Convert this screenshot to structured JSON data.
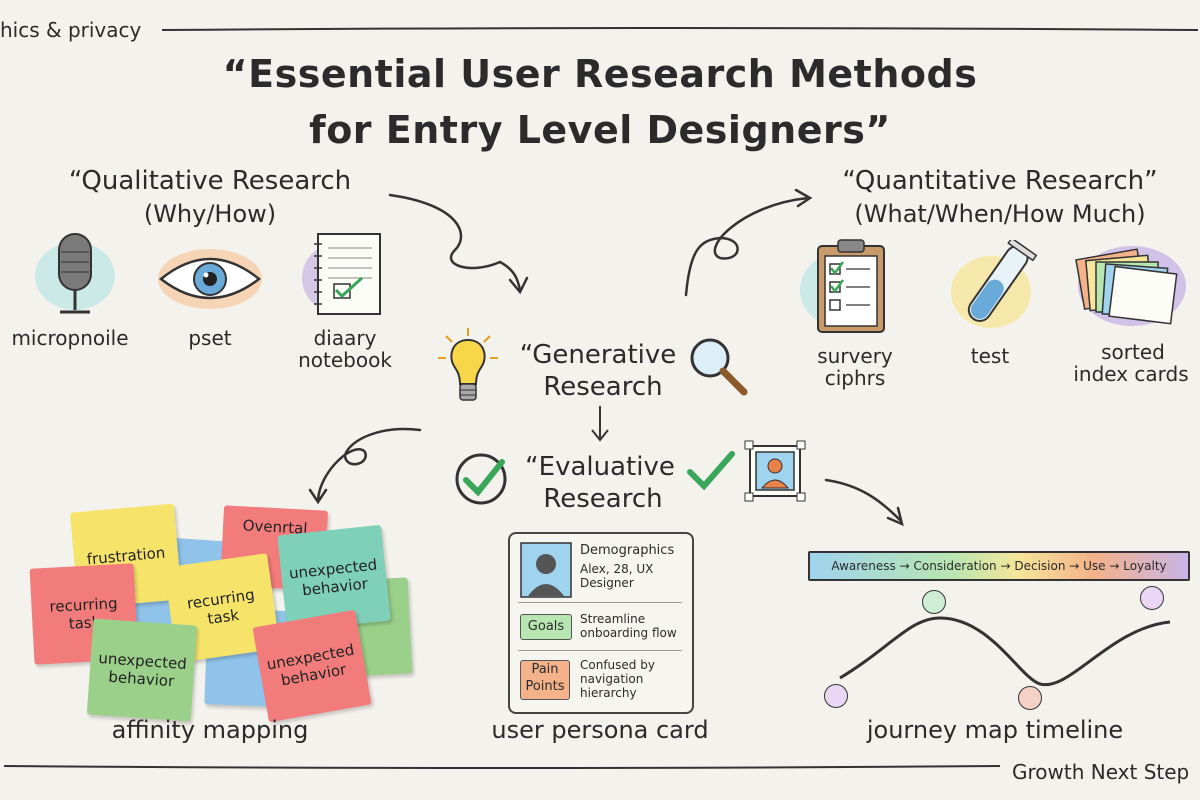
{
  "header": {
    "corner_text": "hics & privacy",
    "title_line1": "“Essential User Research Methods",
    "title_line2": "for Entry Level Designers”"
  },
  "qualitative": {
    "title": "“Qualitative Research",
    "subtitle": "(Why/How)",
    "items": [
      {
        "icon": "microphone-icon",
        "label": "micropnoile"
      },
      {
        "icon": "eye-icon",
        "label": "pset"
      },
      {
        "icon": "notebook-icon",
        "label_line1": "diaary",
        "label_line2": "notebook"
      }
    ]
  },
  "quantitative": {
    "title": "“Quantitative Research”",
    "subtitle": "(What/When/How Much)",
    "items": [
      {
        "icon": "clipboard-icon",
        "label_line1": "survery",
        "label_line2": "ciphrs"
      },
      {
        "icon": "test-tube-icon",
        "label": "test"
      },
      {
        "icon": "index-cards-icon",
        "label_line1": "sorted",
        "label_line2": "index cards"
      }
    ]
  },
  "generative": {
    "line1": "“Generative",
    "line2": "Research"
  },
  "evaluative": {
    "line1": "“Evaluative",
    "line2": "Research"
  },
  "affinity": {
    "caption": "affinity mapping",
    "notes": [
      "frustration",
      "Ovenrtal",
      "unexpected behavior",
      "recurring task",
      "recurring task",
      "unexpected behavior",
      "unexpected behavior"
    ]
  },
  "persona": {
    "caption": "user persona card",
    "demographics_label": "Demographics",
    "demographics_value": "Alex, 28, UX Designer",
    "goals_label": "Goals",
    "goals_value": "Streamline onboarding flow",
    "pain_label": "Pain Points",
    "pain_value": "Confused by navigation hierarchy"
  },
  "journey": {
    "caption": "journey map timeline",
    "stages": "Awareness → Consideration → Decision → Use → Loyalty"
  },
  "footer": {
    "right_text": "Growth Next Step"
  },
  "colors": {
    "ink": "#2b2b2b",
    "note_red": "#f27c7c",
    "note_yellow": "#f6e46a",
    "note_blue": "#8fc3ea",
    "note_green": "#9bd08a",
    "note_teal": "#7fd0b8",
    "check_green": "#3aa65a"
  }
}
